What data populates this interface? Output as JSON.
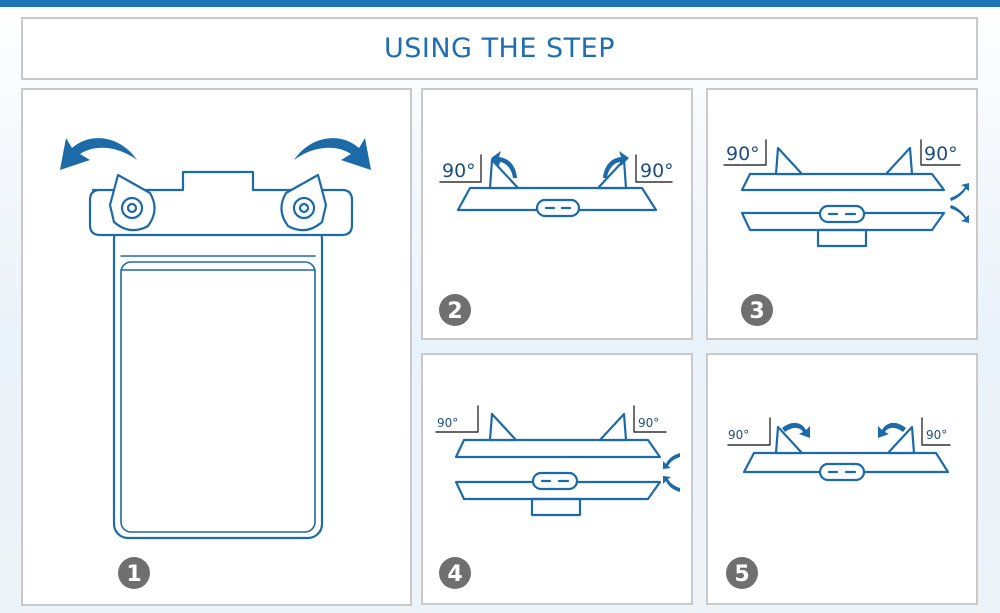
{
  "title": "USING THE STEP",
  "steps": [
    {
      "number": "1"
    },
    {
      "number": "2",
      "angle_left": "90°",
      "angle_right": "90°"
    },
    {
      "number": "3",
      "angle_left": "90°",
      "angle_right": "90°"
    },
    {
      "number": "4",
      "angle_left": "90°",
      "angle_right": "90°"
    },
    {
      "number": "5",
      "angle_left": "90°",
      "angle_right": "90°"
    }
  ],
  "colors": {
    "accent": "#1d74b8",
    "line": "#1c6aa8",
    "badge": "#6f6f6f",
    "border": "#c9c9c9"
  }
}
